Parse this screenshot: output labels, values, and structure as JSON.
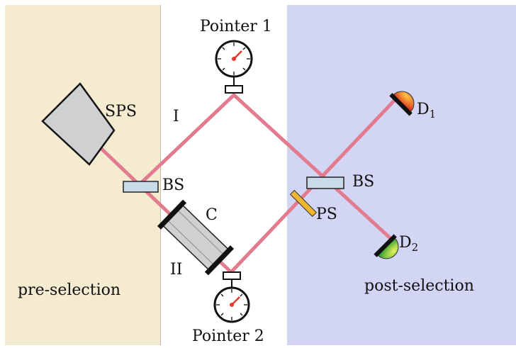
{
  "regions": {
    "pre": {
      "label": "pre-selection",
      "color": "#f5ebd0"
    },
    "post": {
      "label": "post-selection",
      "color": "#d2d6f4"
    }
  },
  "colors": {
    "beam": "#e27b8d",
    "detector1": "#e0521a",
    "detector2": "#5bbf2a",
    "phase_shifter": "#f2b531",
    "component_gray": "#cfd0d2",
    "splitter": "#c9dbe8"
  },
  "labels": {
    "source": "SPS",
    "beam_splitter_left": "BS",
    "beam_splitter_right": "BS",
    "cell": "C",
    "phase_shifter": "PS",
    "arm_upper": "I",
    "arm_lower": "II",
    "pointer1": "Pointer 1",
    "pointer2": "Pointer 2",
    "detector1": {
      "letter": "D",
      "index": "1"
    },
    "detector2": {
      "letter": "D",
      "index": "2"
    }
  },
  "icons": {
    "pointer1": "gauge-icon",
    "pointer2": "gauge-icon",
    "detector1": "detector-icon",
    "detector2": "detector-icon"
  }
}
